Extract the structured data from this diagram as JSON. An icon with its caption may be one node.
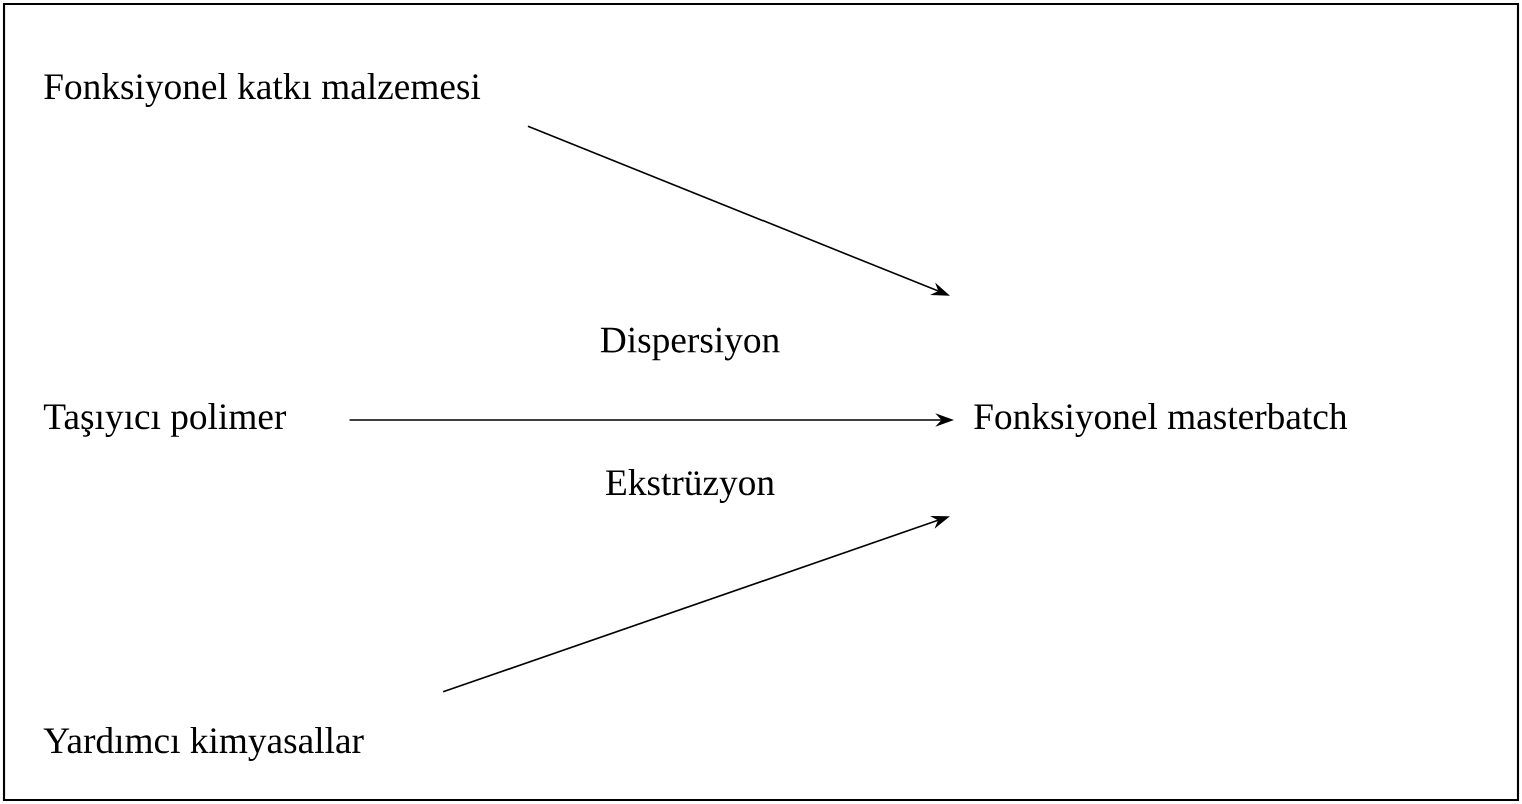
{
  "diagram": {
    "nodes": [
      {
        "text": [
          "Fonksiyonel katkı malzemesi"
        ]
      },
      {
        "text": [
          "Taşıyıcı polimer"
        ]
      },
      {
        "text": [
          "Yardımcı kimyasallar"
        ]
      },
      {
        "text": [
          "Fonksiyonel masterbatch"
        ]
      }
    ],
    "edges": [
      {
        "from": 0,
        "to": 3,
        "arrow": "to"
      },
      {
        "from": 1,
        "to": 3,
        "arrow": "to"
      },
      {
        "from": 2,
        "to": 3,
        "arrow": "to"
      }
    ],
    "labels": [
      "Dispersiyon",
      "Ekstrüzyon"
    ]
  }
}
